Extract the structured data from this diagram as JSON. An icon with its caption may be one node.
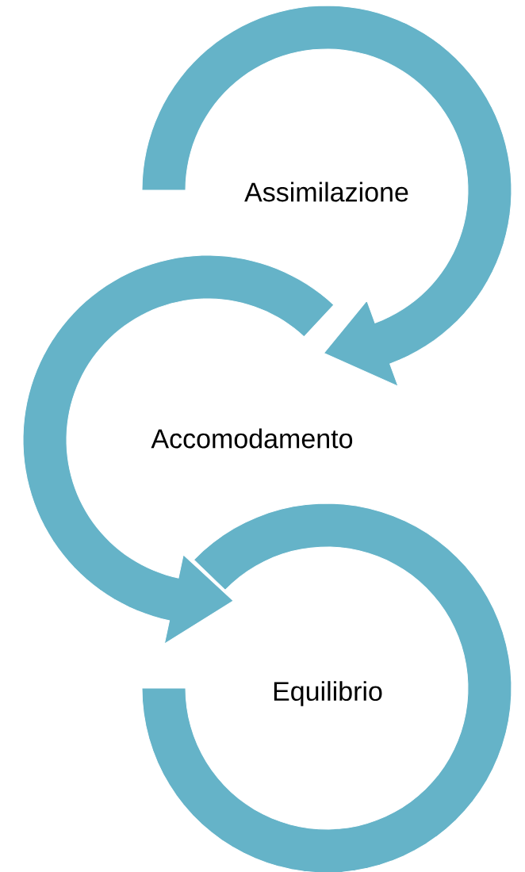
{
  "diagram": {
    "nodes": [
      {
        "text": [
          "Assimilazione"
        ]
      },
      {
        "text": [
          "Accomodamento"
        ]
      },
      {
        "text": [
          "Equilibrio"
        ]
      }
    ],
    "edges": [
      {
        "from": 0,
        "to": 1,
        "arrow": "to"
      },
      {
        "from": 1,
        "to": 2,
        "arrow": "to"
      }
    ]
  }
}
